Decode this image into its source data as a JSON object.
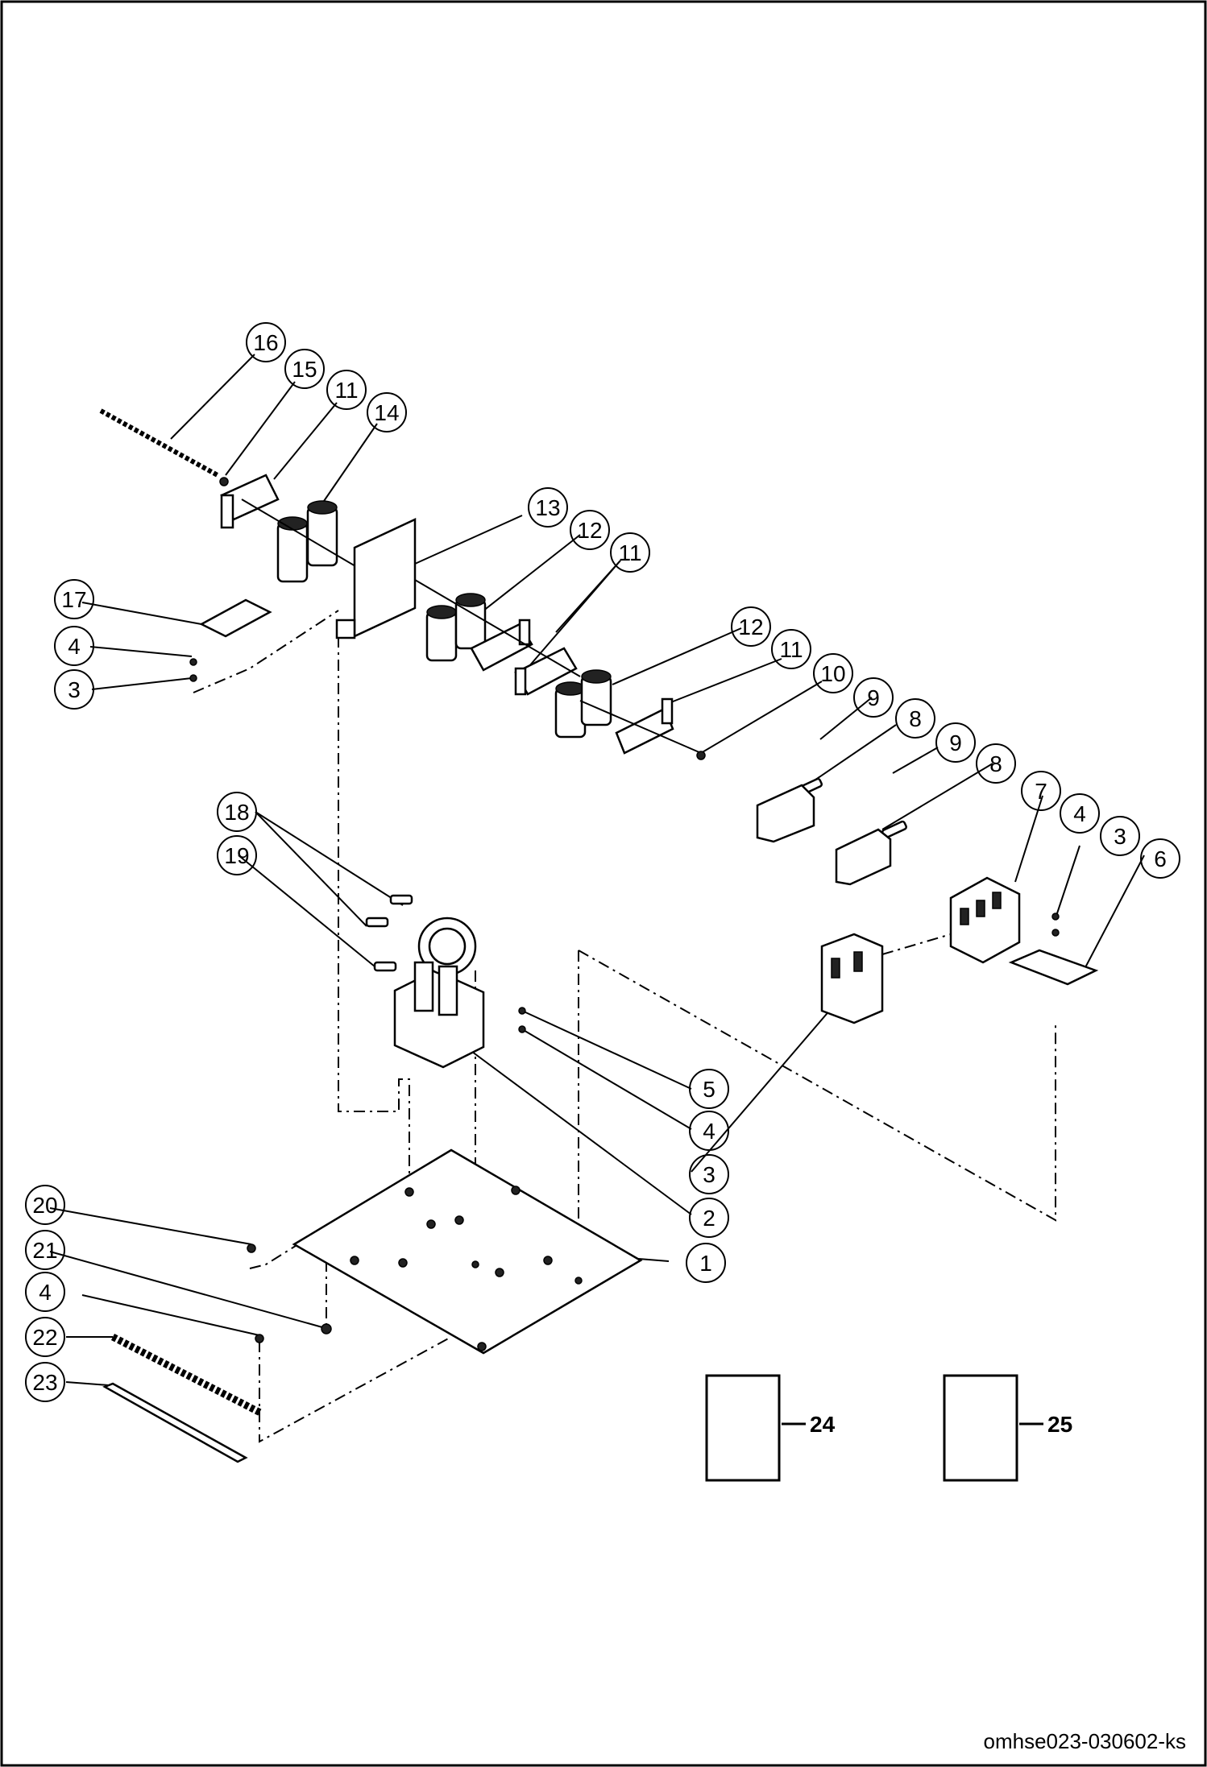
{
  "callouts": {
    "c16": "16",
    "c15": "15",
    "c11a": "11",
    "c14": "14",
    "c13": "13",
    "c12a": "12",
    "c11b": "11",
    "c17": "17",
    "c4a": "4",
    "c3a": "3",
    "c12b": "12",
    "c11c": "11",
    "c10": "10",
    "c9a": "9",
    "c8a": "8",
    "c9b": "9",
    "c8b": "8",
    "c7": "7",
    "c4b": "4",
    "c3b": "3",
    "c6": "6",
    "c18": "18",
    "c19": "19",
    "c5": "5",
    "c4c": "4",
    "c3c": "3",
    "c2": "2",
    "c1": "1",
    "c20": "20",
    "c21": "21",
    "c4d": "4",
    "c22": "22",
    "c23": "23"
  },
  "box_labels": {
    "b24": "24",
    "b25": "25"
  },
  "footer": {
    "code": "omhse023-030602-ks"
  }
}
